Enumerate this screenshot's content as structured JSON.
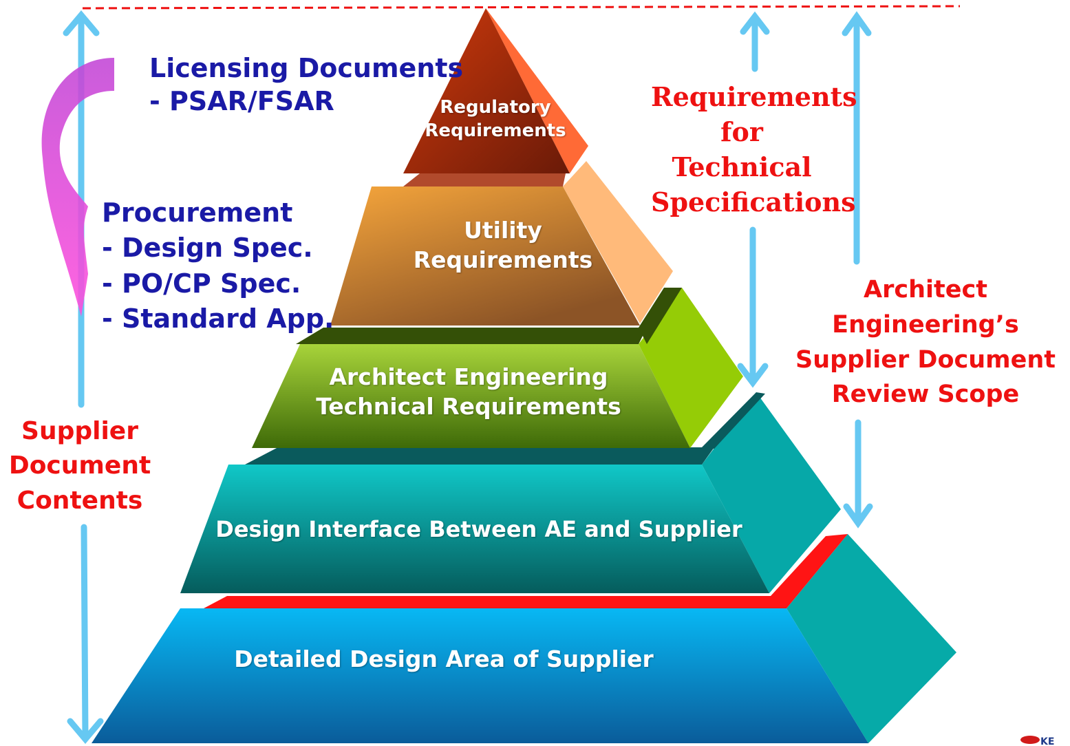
{
  "pyramid": {
    "layers": [
      {
        "label": "Regulatory\nRequirements",
        "color": "#9a2a0c"
      },
      {
        "label": "Utility\nRequirements",
        "color": "#d9812c"
      },
      {
        "label": "Architect Engineering\nTechnical Requirements",
        "color": "#6f9a12"
      },
      {
        "label": "Design Interface Between AE and Supplier",
        "color": "#0aa6a6"
      },
      {
        "label": "Detailed Design Area of Supplier",
        "color": "#08a6e8"
      }
    ]
  },
  "left_notes": {
    "licensing": "Licensing Documents\n- PSAR/FSAR",
    "procurement": "Procurement\n- Design Spec.\n- PO/CP Spec.\n- Standard App."
  },
  "left_scope": {
    "label": "Supplier\nDocument\nContents",
    "color": "#ee1111"
  },
  "right_notes": {
    "tech_spec": "Requirements\nfor\nTechnical\nSpecifications",
    "review_scope": "Architect\nEngineering’s\nSupplier Document\nReview Scope"
  },
  "colors": {
    "arrow": "#66c8f2",
    "label_red": "#ee1111",
    "label_blue": "#1a1aa6",
    "dashed_line": "#ee1111"
  },
  "logo": {
    "text": "KE"
  }
}
